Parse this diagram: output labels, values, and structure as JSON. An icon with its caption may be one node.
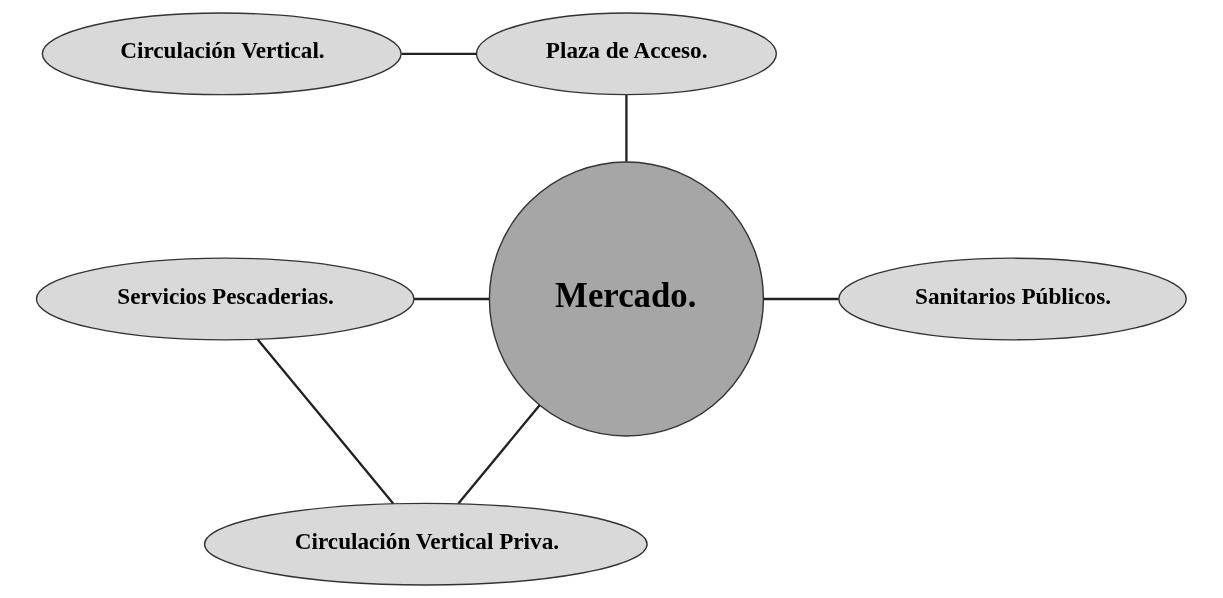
{
  "diagram": {
    "nodes": [
      {
        "text": [
          "Circulación Vertical."
        ]
      },
      {
        "text": [
          "Plaza de Acceso."
        ]
      },
      {
        "text": [
          "Servicios Pescaderias."
        ]
      },
      {
        "text": [
          "Mercado."
        ]
      },
      {
        "text": [
          "Sanitarios Públicos."
        ]
      },
      {
        "text": [
          "Circulación Vertical Priva."
        ]
      }
    ],
    "edges": [
      {
        "from": 0,
        "to": 1,
        "arrow": "none"
      },
      {
        "from": 1,
        "to": 3,
        "arrow": "none"
      },
      {
        "from": 2,
        "to": 3,
        "arrow": "none"
      },
      {
        "from": 3,
        "to": 4,
        "arrow": "none"
      },
      {
        "from": 3,
        "to": 5,
        "arrow": "none"
      },
      {
        "from": 2,
        "to": 5,
        "arrow": "none"
      }
    ]
  }
}
